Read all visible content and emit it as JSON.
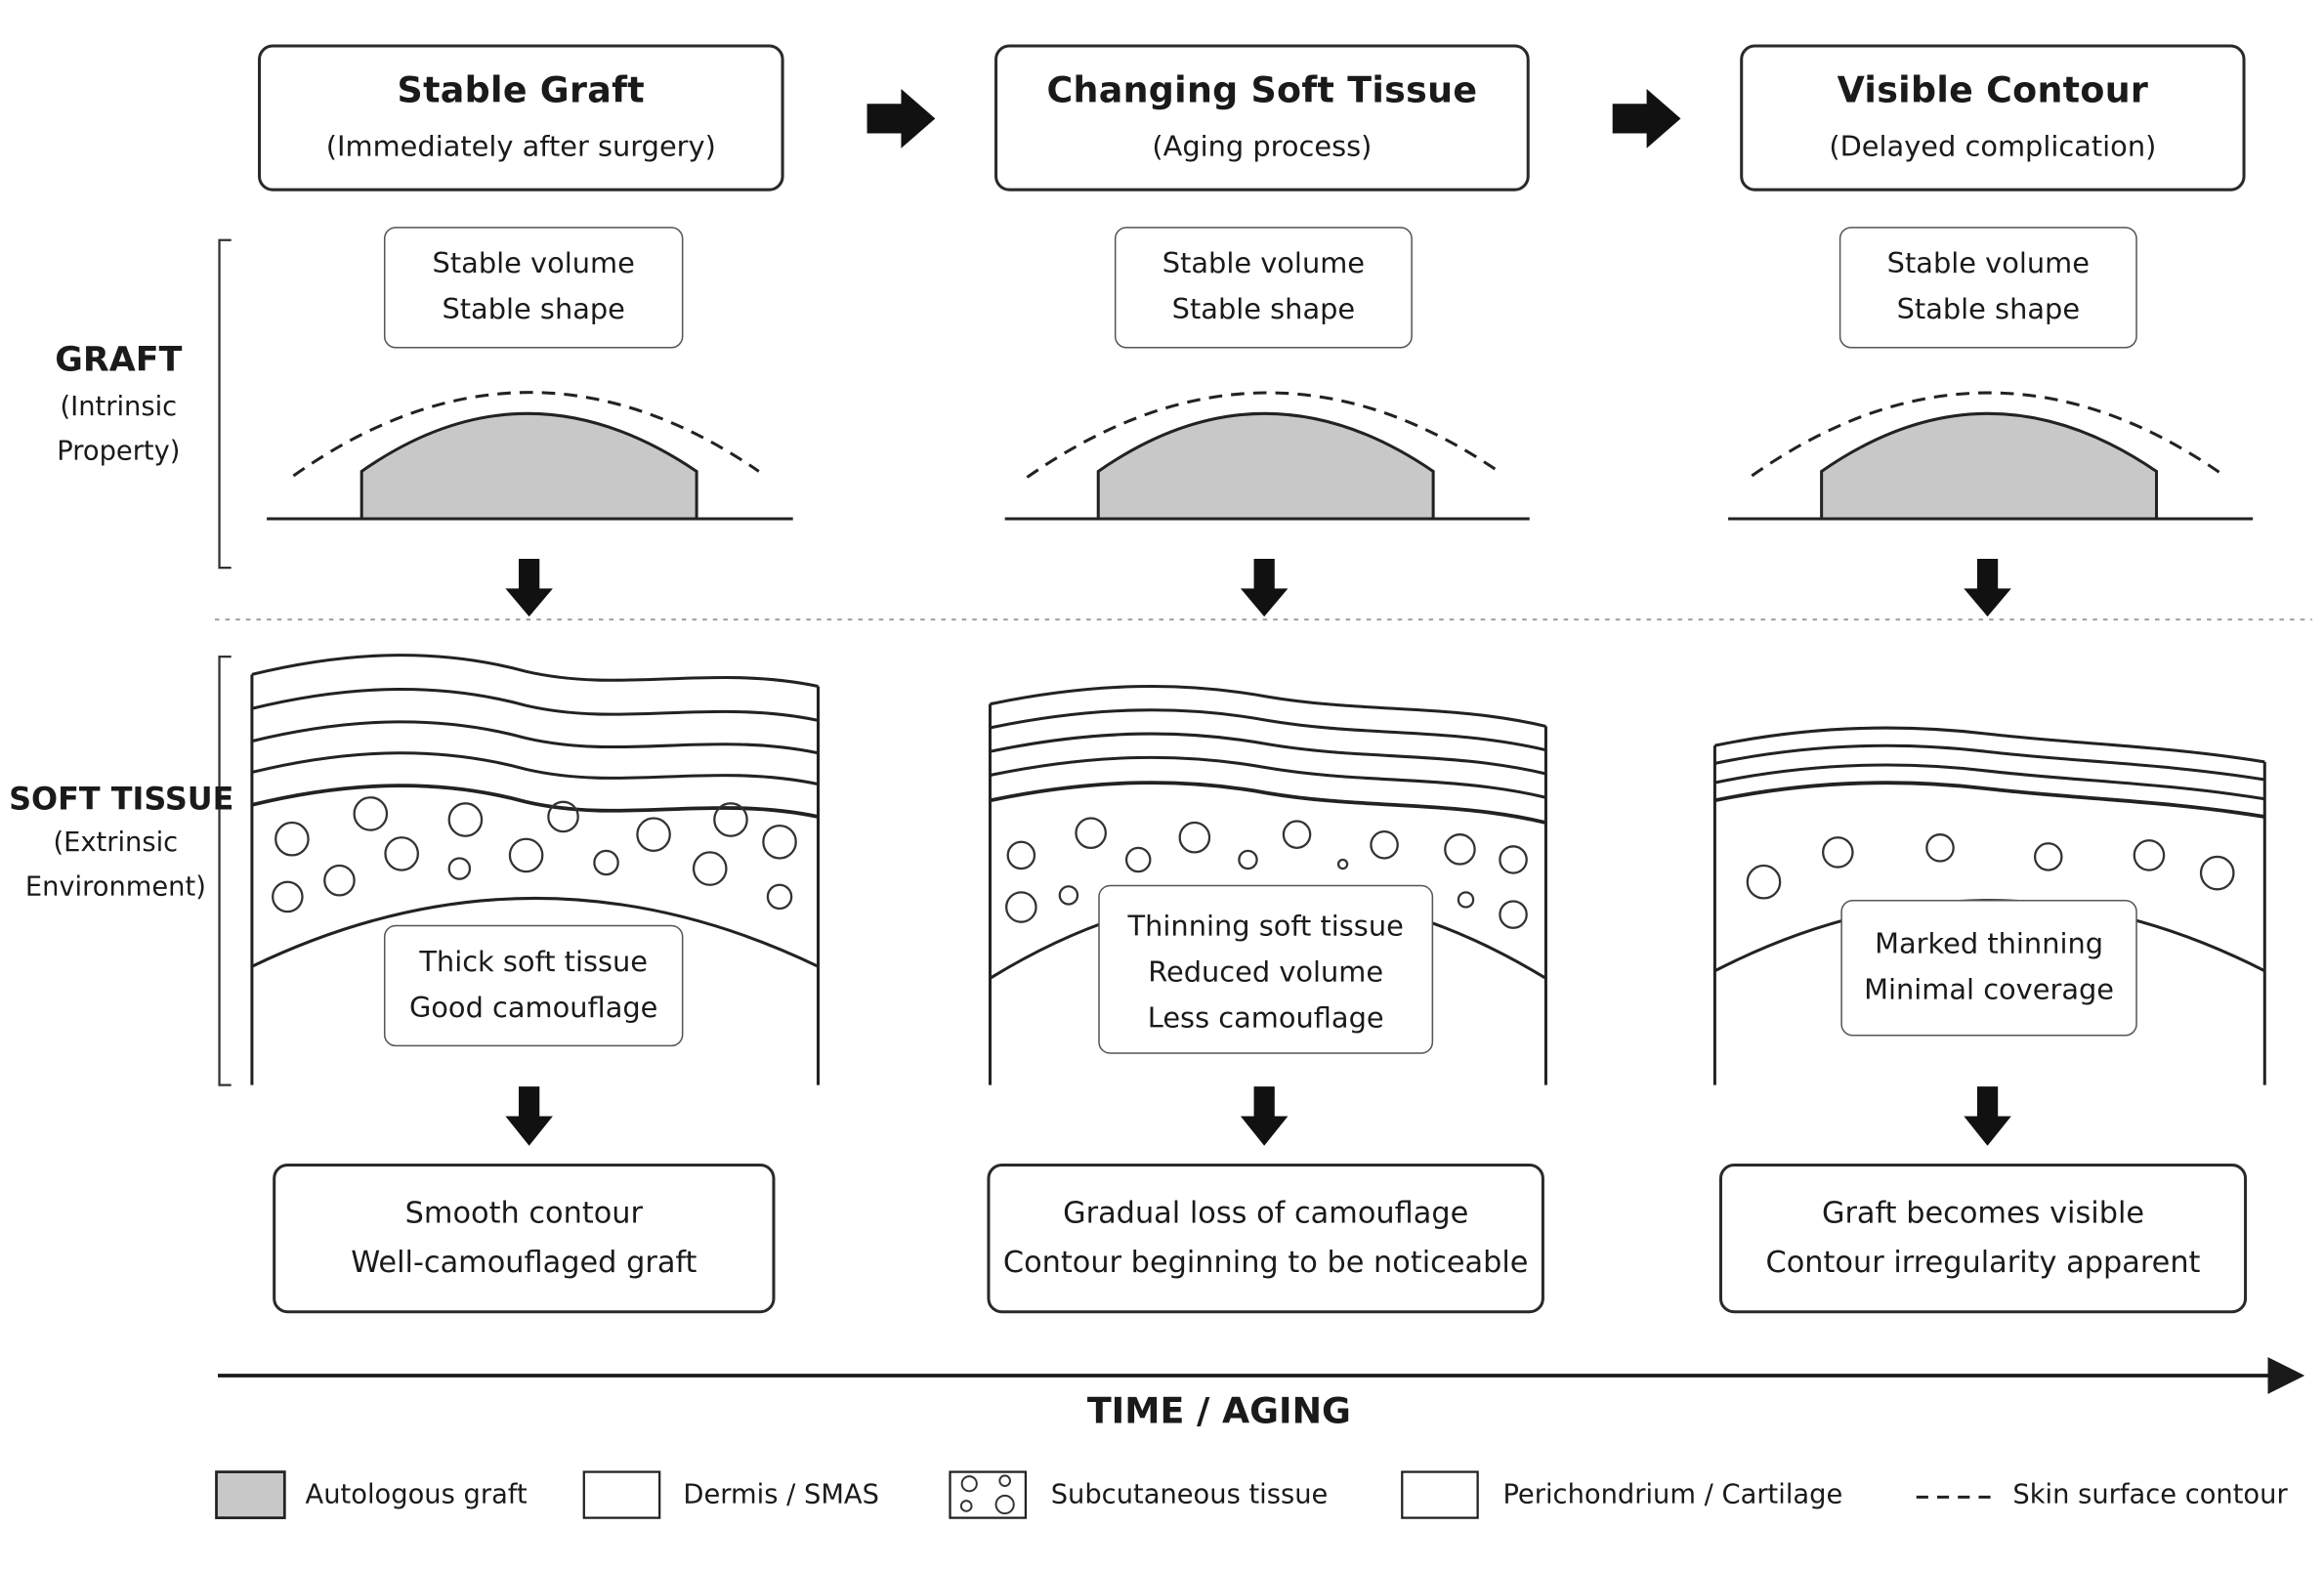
{
  "stages": [
    {
      "title": "Stable Graft",
      "subtitle": "(Immediately after surgery)",
      "graft_box": [
        "Stable volume",
        "Stable shape"
      ],
      "tissue_box": [
        "Thick soft tissue",
        "Good camouflage"
      ],
      "outcome": [
        "Smooth contour",
        "Well-camouflaged graft"
      ]
    },
    {
      "title": "Changing Soft Tissue",
      "subtitle": "(Aging process)",
      "graft_box": [
        "Stable volume",
        "Stable shape"
      ],
      "tissue_box": [
        "Thinning soft tissue",
        "Reduced volume",
        "Less camouflage"
      ],
      "outcome": [
        "Gradual loss of camouflage",
        "Contour beginning to be noticeable"
      ]
    },
    {
      "title": "Visible Contour",
      "subtitle": "(Delayed complication)",
      "graft_box": [
        "Stable volume",
        "Stable shape"
      ],
      "tissue_box": [
        "Marked thinning",
        "Minimal coverage"
      ],
      "outcome": [
        "Graft becomes visible",
        "Contour irregularity apparent"
      ]
    }
  ],
  "rows": {
    "graft": {
      "label": "GRAFT",
      "sub1": "(Intrinsic",
      "sub2": "Property)"
    },
    "soft_tissue": {
      "label": "SOFT TISSUE",
      "sub1": "(Extrinsic",
      "sub2": "Environment)"
    }
  },
  "axis_label": "TIME / AGING",
  "legend": [
    {
      "label": "Autologous graft",
      "swatch": "graft-fill"
    },
    {
      "label": "Dermis / SMAS",
      "swatch": "plain-box"
    },
    {
      "label": "Subcutaneous tissue",
      "swatch": "circles-box"
    },
    {
      "label": "Perichondrium / Cartilage",
      "swatch": "plain-box"
    },
    {
      "label": "Skin surface contour",
      "swatch": "dashed-line"
    }
  ],
  "colors": {
    "graft_fill": "#c8c8c8",
    "line": "#1a1a1a"
  }
}
